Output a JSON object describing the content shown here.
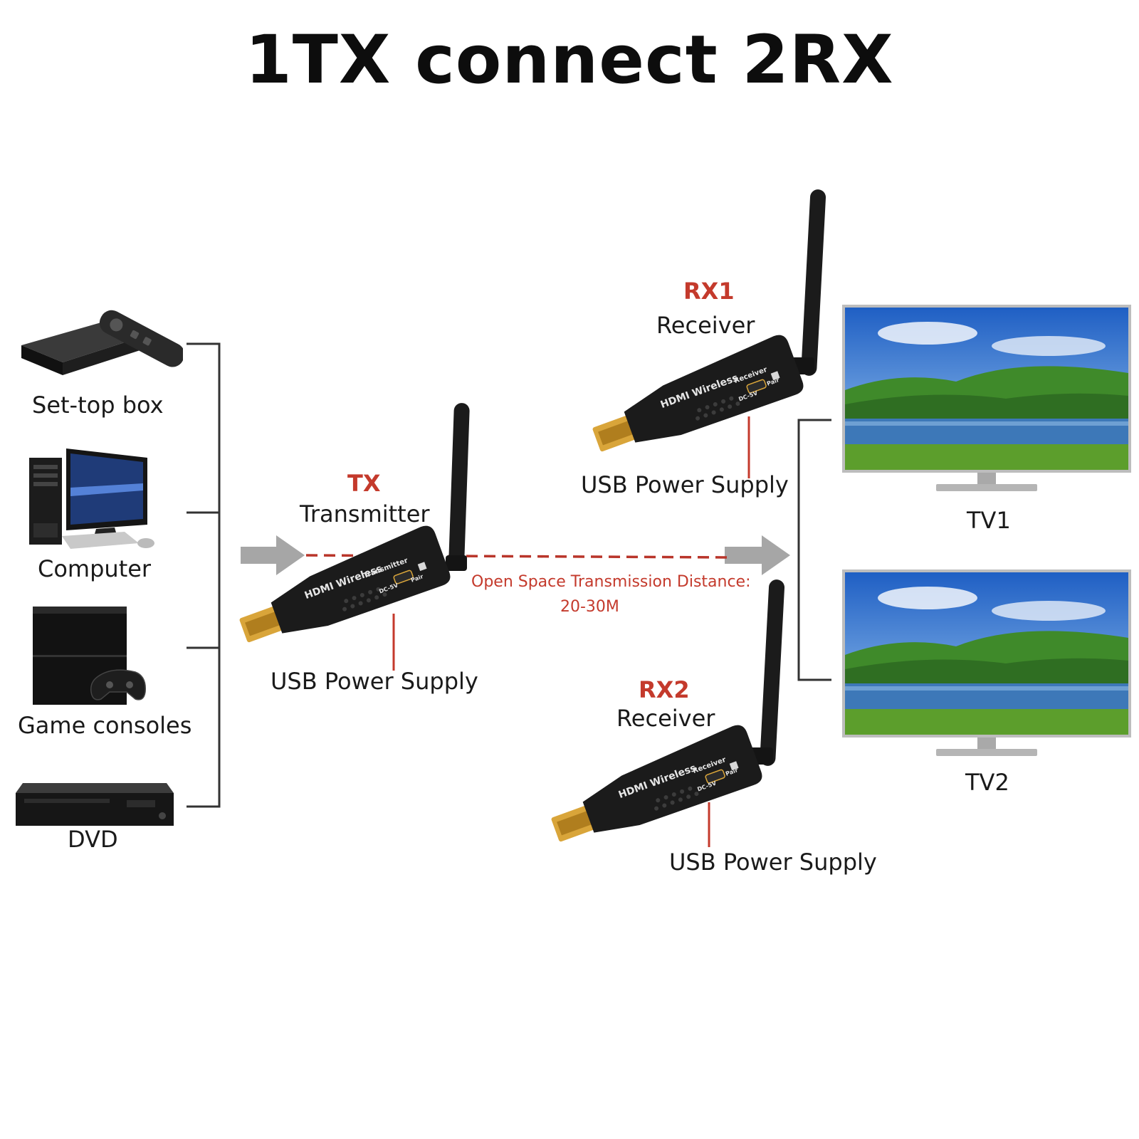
{
  "title": "1TX connect 2RX",
  "sources": [
    {
      "label": "Set-top box",
      "icon": "set-top-box-icon"
    },
    {
      "label": "Computer",
      "icon": "computer-icon"
    },
    {
      "label": "Game consoles",
      "icon": "game-console-icon"
    },
    {
      "label": "DVD",
      "icon": "dvd-player-icon"
    }
  ],
  "transmitter": {
    "tag": "TX",
    "name": "Transmitter",
    "power": "USB Power Supply",
    "device_label": "HDMI Wireless",
    "device_sub": "Transmitter",
    "port_label": "DC-5V",
    "button_label": "Pair"
  },
  "receivers": [
    {
      "tag": "RX1",
      "name": "Receiver",
      "power": "USB Power Supply",
      "device_label": "HDMI Wireless",
      "device_sub": "Receiver",
      "port_label": "DC-5V",
      "button_label": "Pair"
    },
    {
      "tag": "RX2",
      "name": "Receiver",
      "power": "USB Power Supply",
      "device_label": "HDMI Wireless",
      "device_sub": "Receiver",
      "port_label": "DC-5V",
      "button_label": "Pair"
    }
  ],
  "distance": {
    "line1": "Open Space Transmission Distance:",
    "line2": "20-30M"
  },
  "tvs": [
    {
      "label": "TV1"
    },
    {
      "label": "TV2"
    }
  ],
  "colors": {
    "accent_red": "#c43a2c",
    "arrow_gray": "#a6a6a6",
    "device_black": "#1b1b1b",
    "hdmi_gold": "#d9a53a"
  }
}
